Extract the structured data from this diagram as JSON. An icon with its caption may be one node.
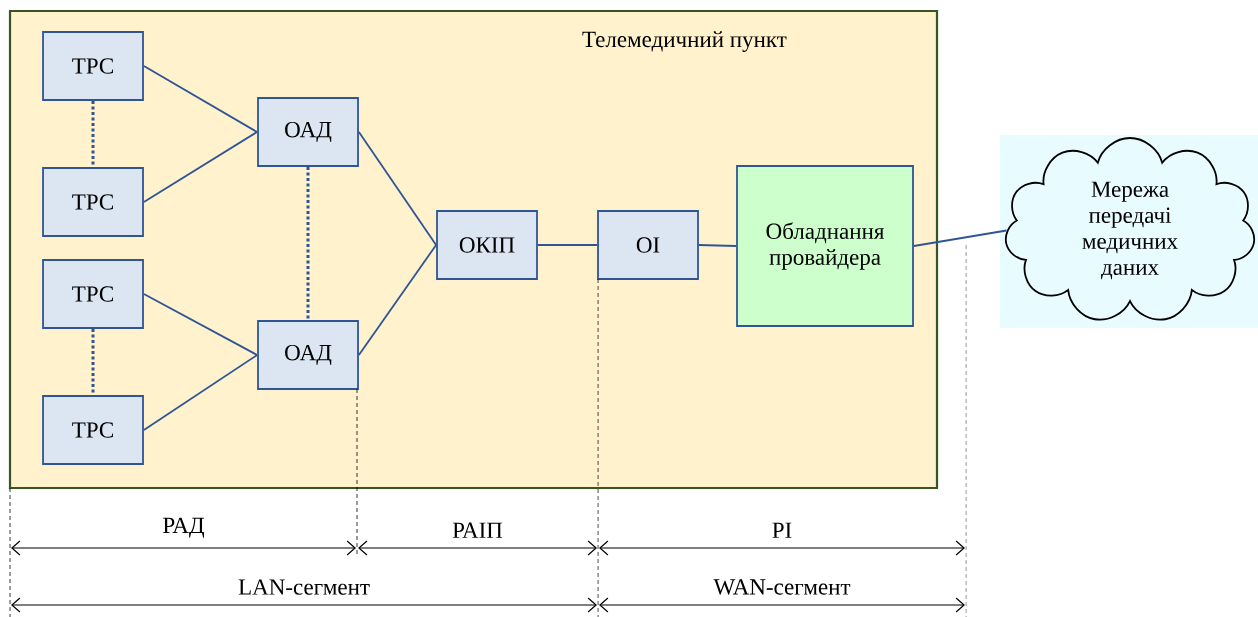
{
  "diagram": {
    "nodes": [
      {
        "text": [
          "Телемедичний пункт"
        ]
      },
      {
        "text": [
          "ТРС"
        ],
        "in": 0
      },
      {
        "text": [
          "ТРС"
        ],
        "in": 0
      },
      {
        "text": [
          "ТРС"
        ],
        "in": 0
      },
      {
        "text": [
          "ТРС"
        ],
        "in": 0
      },
      {
        "text": [
          "ОАД"
        ],
        "in": 0
      },
      {
        "text": [
          "ОАД"
        ],
        "in": 0
      },
      {
        "text": [
          "ОКІП"
        ],
        "in": 0
      },
      {
        "text": [
          "OI"
        ],
        "in": 0
      },
      {
        "text": [
          "Обладнання провайдера"
        ],
        "in": 0
      },
      {
        "text": [
          "Мережа передачі медичних даних"
        ]
      }
    ],
    "edges": [
      {
        "from": 1,
        "to": 5,
        "arrow": "none"
      },
      {
        "from": 2,
        "to": 5,
        "arrow": "none"
      },
      {
        "from": 3,
        "to": 6,
        "arrow": "none"
      },
      {
        "from": 4,
        "to": 6,
        "arrow": "none"
      },
      {
        "from": 1,
        "to": 2,
        "arrow": "none",
        "style": "dashed"
      },
      {
        "from": 3,
        "to": 4,
        "arrow": "none",
        "style": "dashed"
      },
      {
        "from": 5,
        "to": 6,
        "arrow": "none",
        "style": "dashed"
      },
      {
        "from": 5,
        "to": 7,
        "arrow": "none"
      },
      {
        "from": 6,
        "to": 7,
        "arrow": "none"
      },
      {
        "from": 7,
        "to": 8,
        "arrow": "none"
      },
      {
        "from": 8,
        "to": 9,
        "arrow": "none"
      },
      {
        "from": 9,
        "to": 10,
        "arrow": "none"
      }
    ],
    "labels": [
      "РАД",
      "РАІП",
      "PI",
      "LAN-сегмент",
      "WAN-сегмент"
    ]
  }
}
